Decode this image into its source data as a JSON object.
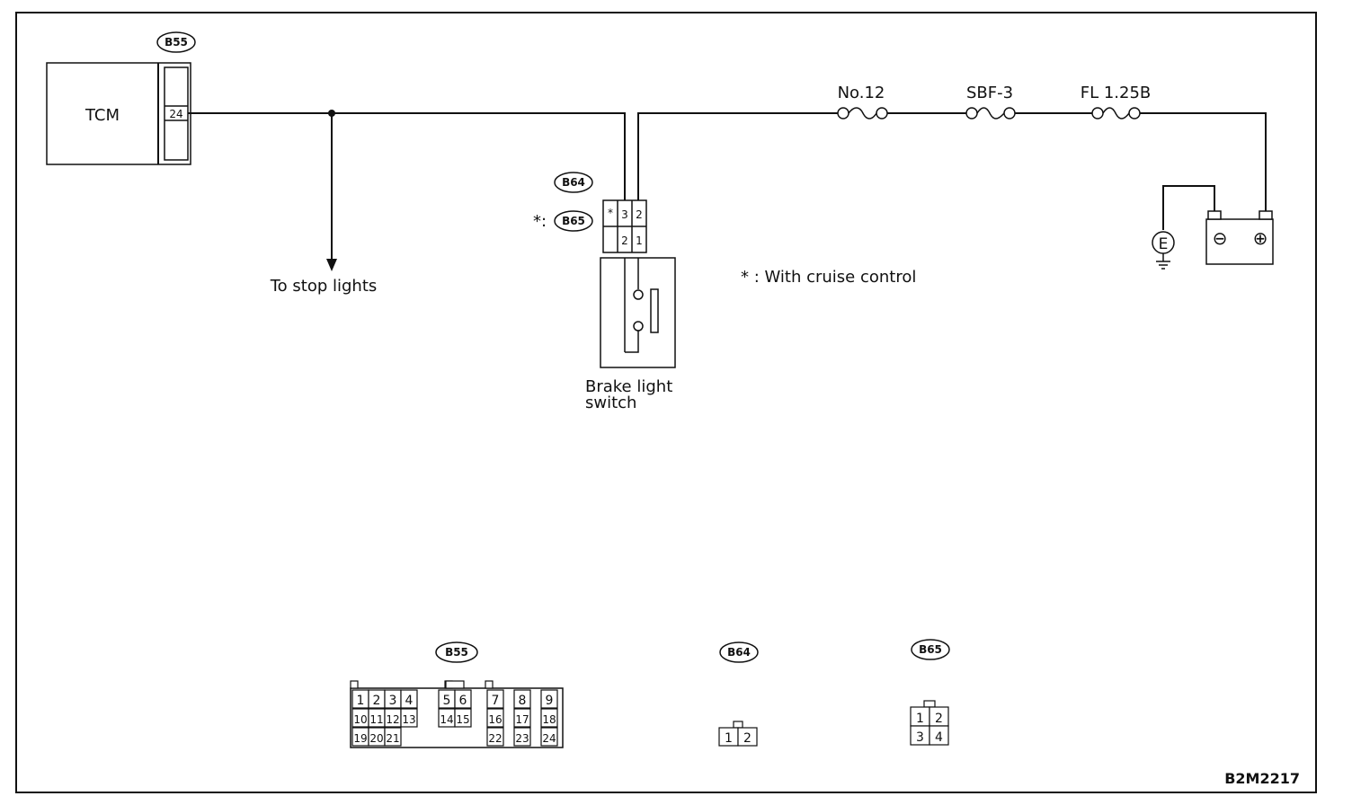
{
  "tcm": {
    "label": "TCM",
    "connector": "B55",
    "pin": "24"
  },
  "junction": {
    "label": "To stop lights"
  },
  "brake_switch": {
    "connector_primary": "B64",
    "connector_alt": "B65",
    "alt_prefix": "*:",
    "pins": [
      "*",
      "3",
      "2",
      "2",
      "1"
    ],
    "label_line1": "Brake light",
    "label_line2": "switch"
  },
  "note": "* : With cruise control",
  "fuses": [
    {
      "label": "No.12"
    },
    {
      "label": "SBF-3"
    },
    {
      "label": "FL 1.25B"
    }
  ],
  "battery": {
    "ground_symbol": "E",
    "neg": "⊖",
    "pos": "⊕"
  },
  "connectors_bottom": {
    "b55": {
      "tag": "B55",
      "row1": [
        "1",
        "2",
        "3",
        "4",
        "5",
        "6",
        "7",
        "8",
        "9"
      ],
      "row2": [
        "10",
        "11",
        "12",
        "13",
        "14",
        "15",
        "16",
        "17",
        "18"
      ],
      "row3": [
        "19",
        "20",
        "21",
        "22",
        "23",
        "24"
      ]
    },
    "b64": {
      "tag": "B64",
      "pins": [
        "1",
        "2"
      ]
    },
    "b65": {
      "tag": "B65",
      "pins": [
        "1",
        "2",
        "3",
        "4"
      ]
    }
  },
  "figure_code": "B2M2217"
}
